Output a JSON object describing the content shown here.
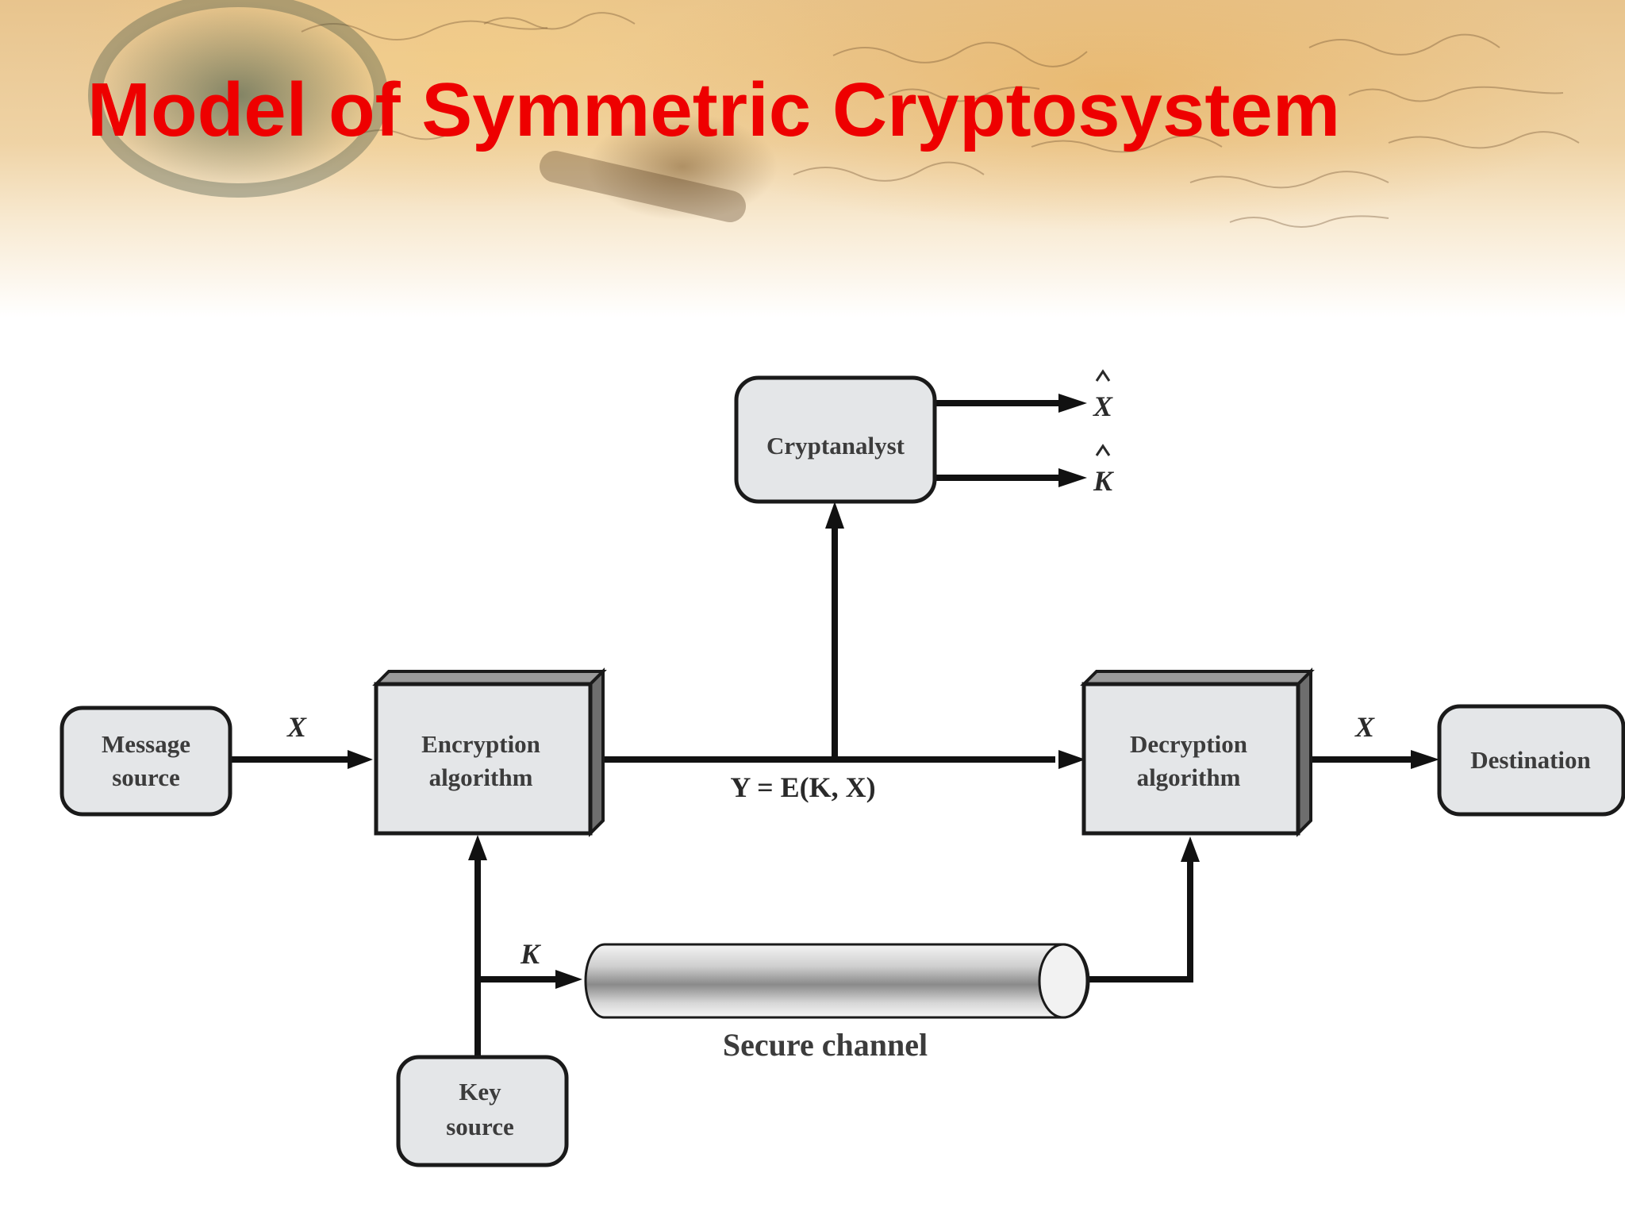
{
  "slide": {
    "title": "Model of Symmetric Cryptosystem"
  },
  "diagram": {
    "nodes": {
      "message_source": [
        "Message",
        "source"
      ],
      "encryption": [
        "Encryption",
        "algorithm"
      ],
      "cryptanalyst": "Cryptanalyst",
      "decryption": [
        "Decryption",
        "algorithm"
      ],
      "destination": "Destination",
      "key_source": [
        "Key",
        "source"
      ]
    },
    "labels": {
      "plaintext_in": "X",
      "ciphertext": "Y = E(K, X)",
      "plaintext_out": "X",
      "key": "K",
      "estimate_plaintext": "X",
      "estimate_key": "K",
      "secure_channel": "Secure channel"
    }
  },
  "colors": {
    "title": "#ee0000",
    "box_fill": "#e4e6e8",
    "box_stroke": "#1a1a1a",
    "line": "#111111"
  }
}
